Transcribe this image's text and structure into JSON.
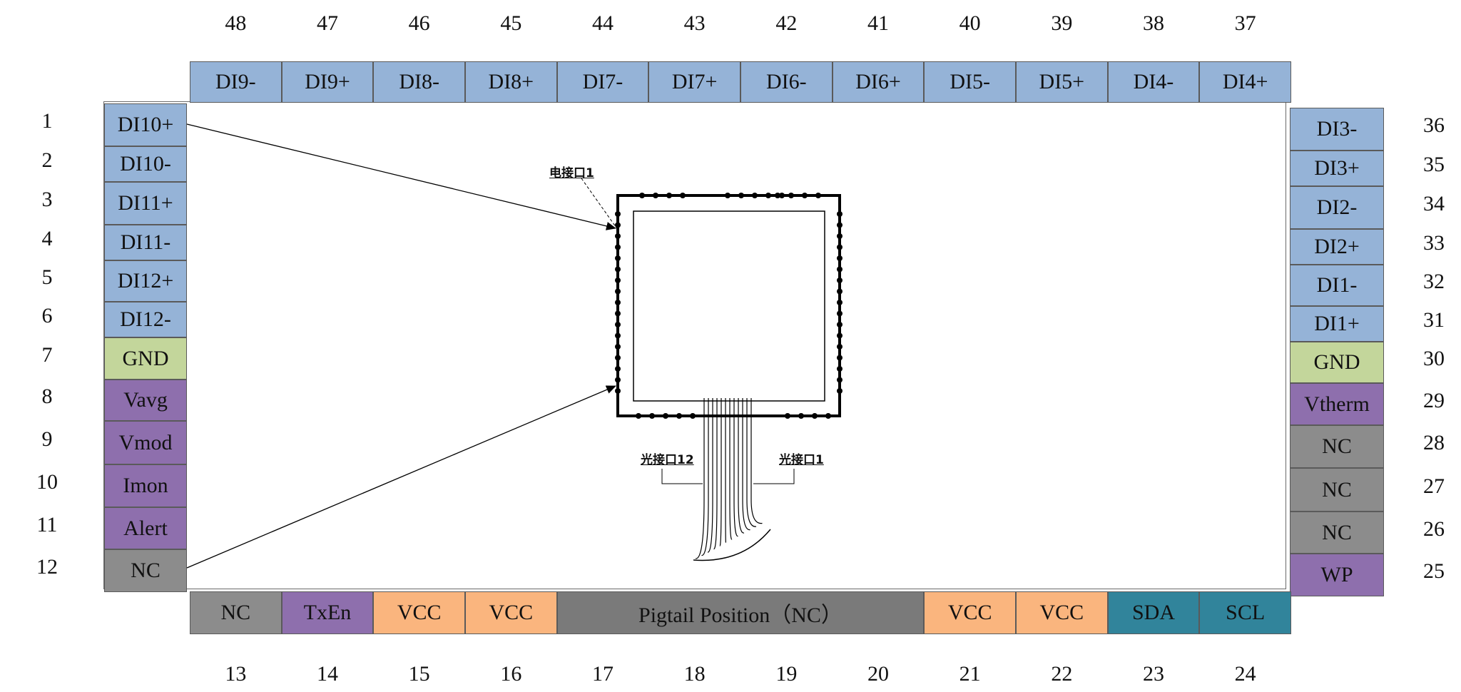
{
  "top_pins": [
    {
      "num": "48",
      "label": "DI9-",
      "color": "blue"
    },
    {
      "num": "47",
      "label": "DI9+",
      "color": "blue"
    },
    {
      "num": "46",
      "label": "DI8-",
      "color": "blue"
    },
    {
      "num": "45",
      "label": "DI8+",
      "color": "blue"
    },
    {
      "num": "44",
      "label": "DI7-",
      "color": "blue"
    },
    {
      "num": "43",
      "label": "DI7+",
      "color": "blue"
    },
    {
      "num": "42",
      "label": "DI6-",
      "color": "blue"
    },
    {
      "num": "41",
      "label": "DI6+",
      "color": "blue"
    },
    {
      "num": "40",
      "label": "DI5-",
      "color": "blue"
    },
    {
      "num": "39",
      "label": "DI5+",
      "color": "blue"
    },
    {
      "num": "38",
      "label": "DI4-",
      "color": "blue"
    },
    {
      "num": "37",
      "label": "DI4+",
      "color": "blue"
    }
  ],
  "left_pins": [
    {
      "num": "1",
      "label": "DI10+",
      "color": "blue"
    },
    {
      "num": "2",
      "label": "DI10-",
      "color": "blue"
    },
    {
      "num": "3",
      "label": "DI11+",
      "color": "blue"
    },
    {
      "num": "4",
      "label": "DI11-",
      "color": "blue"
    },
    {
      "num": "5",
      "label": "DI12+",
      "color": "blue"
    },
    {
      "num": "6",
      "label": "DI12-",
      "color": "blue"
    },
    {
      "num": "7",
      "label": "GND",
      "color": "green"
    },
    {
      "num": "8",
      "label": "Vavg",
      "color": "purple"
    },
    {
      "num": "9",
      "label": "Vmod",
      "color": "purple"
    },
    {
      "num": "10",
      "label": "Imon",
      "color": "purple"
    },
    {
      "num": "11",
      "label": "Alert",
      "color": "purple"
    },
    {
      "num": "12",
      "label": "NC",
      "color": "gray"
    }
  ],
  "right_pins": [
    {
      "num": "36",
      "label": "DI3-",
      "color": "blue"
    },
    {
      "num": "35",
      "label": "DI3+",
      "color": "blue"
    },
    {
      "num": "34",
      "label": "DI2-",
      "color": "blue"
    },
    {
      "num": "33",
      "label": "DI2+",
      "color": "blue"
    },
    {
      "num": "32",
      "label": "DI1-",
      "color": "blue"
    },
    {
      "num": "31",
      "label": "DI1+",
      "color": "blue"
    },
    {
      "num": "30",
      "label": "GND",
      "color": "green"
    },
    {
      "num": "29",
      "label": "Vtherm",
      "color": "purple"
    },
    {
      "num": "28",
      "label": "NC",
      "color": "gray"
    },
    {
      "num": "27",
      "label": "NC",
      "color": "gray"
    },
    {
      "num": "26",
      "label": "NC",
      "color": "gray"
    },
    {
      "num": "25",
      "label": "WP",
      "color": "purple"
    }
  ],
  "bottom_pins": [
    {
      "label": "NC",
      "color": "gray"
    },
    {
      "label": "TxEn",
      "color": "purple"
    },
    {
      "label": "VCC",
      "color": "orange"
    },
    {
      "label": "VCC",
      "color": "orange"
    },
    {
      "label": "Pigtail Position（NC）",
      "color": "dgray"
    },
    {
      "label": "VCC",
      "color": "orange"
    },
    {
      "label": "VCC",
      "color": "orange"
    },
    {
      "label": "SDA",
      "color": "teal"
    },
    {
      "label": "SCL",
      "color": "teal"
    }
  ],
  "bottom_numbers": [
    "13",
    "14",
    "15",
    "16",
    "17",
    "18",
    "19",
    "20",
    "21",
    "22",
    "23",
    "24"
  ],
  "chip_labels": {
    "electrical_port": "电接口1",
    "optical_port_12": "光接口12",
    "optical_port_1": "光接口1"
  },
  "colors": {
    "blue": "#95b3d7",
    "green": "#c3d69b",
    "purple": "#8e6fad",
    "gray": "#8c8c8c",
    "dgray": "#7a7a7a",
    "orange": "#fab57e",
    "teal": "#31849b"
  }
}
